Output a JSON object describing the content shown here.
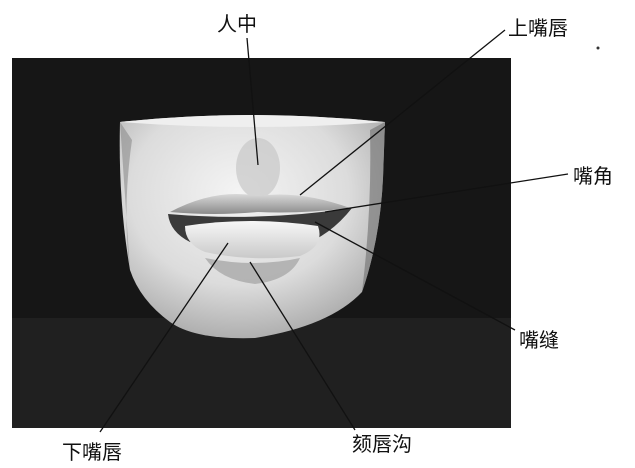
{
  "labels": {
    "philtrum": "人中",
    "upper_lip": "上嘴唇",
    "mouth_corner": "嘴角",
    "lip_seam": "嘴缝",
    "lower_lip": "下嘴唇",
    "chin_groove": "颏唇沟"
  },
  "photo": {
    "subject": "plaster-cast-mouth",
    "background_color": "#151515",
    "cast_color": "#e6e6e6"
  },
  "colors": {
    "leader_line": "#111111",
    "label_text": "#111111"
  }
}
